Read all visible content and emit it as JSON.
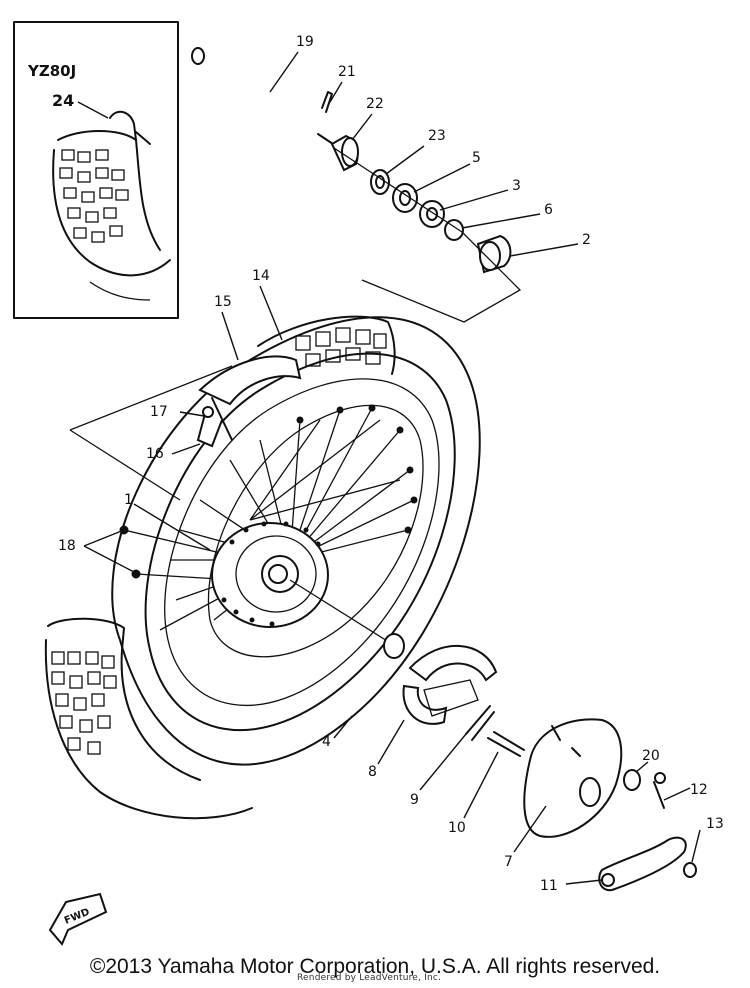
{
  "inset": {
    "title": "YZ80J",
    "part": "24"
  },
  "callouts": [
    "19",
    "21",
    "22",
    "23",
    "5",
    "3",
    "6",
    "2",
    "14",
    "15",
    "17",
    "16",
    "1",
    "18",
    "4",
    "8",
    "9",
    "10",
    "7",
    "20",
    "12",
    "13",
    "11"
  ],
  "fwd_label": "FWD",
  "watermark": "Rendered by LeadVenture, Inc.",
  "copyright": "©2013 Yamaha Motor Corporation, U.S.A. All rights reserved.",
  "colors": {
    "ink": "#111111",
    "background": "#ffffff"
  }
}
